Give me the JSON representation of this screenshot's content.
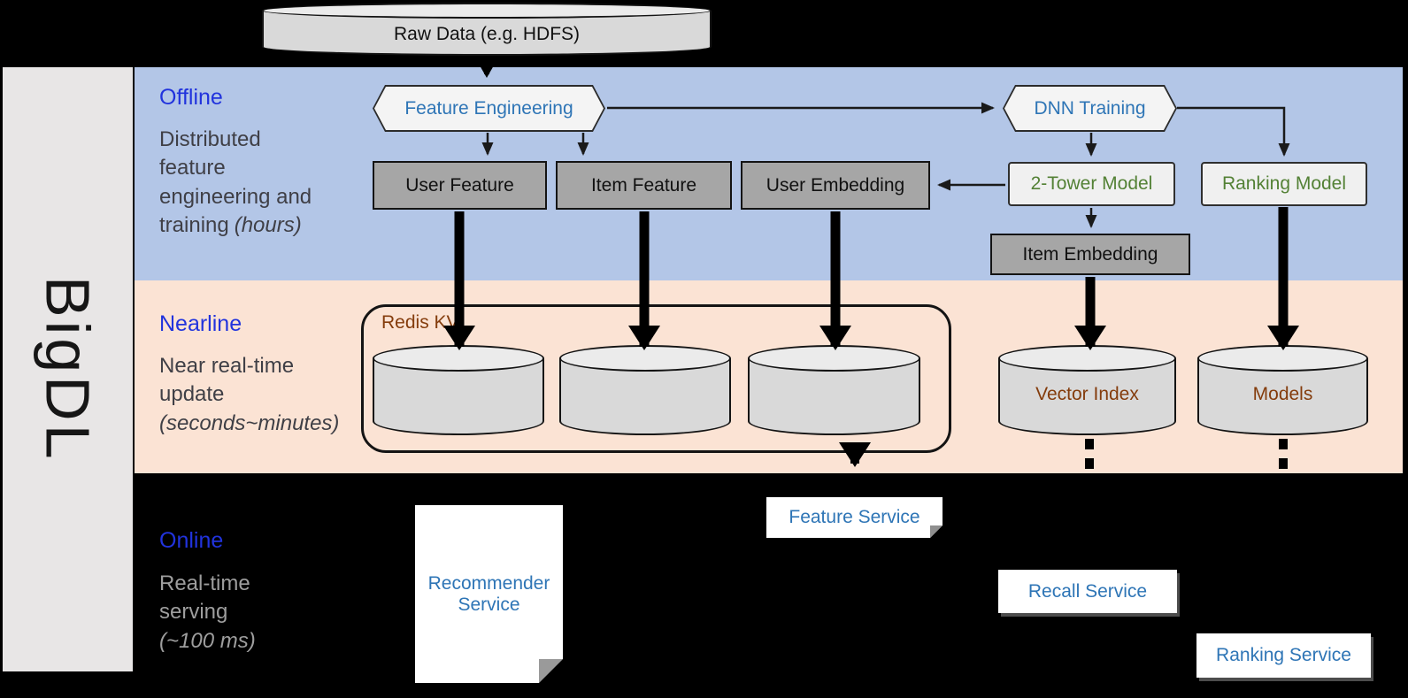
{
  "brand": {
    "name": "BigDL"
  },
  "pipeline": {
    "raw_data": "Raw Data (e.g. HDFS)"
  },
  "sections": {
    "offline": {
      "title": "Offline",
      "description": "Distributed feature engineering and training",
      "note": "(hours)"
    },
    "nearline": {
      "title": "Nearline",
      "description": "Near real-time update",
      "note": "(seconds~minutes)"
    },
    "online": {
      "title": "Online",
      "description": "Real-time serving",
      "note": "(~100 ms)"
    }
  },
  "offline_nodes": {
    "feature_engineering": "Feature Engineering",
    "dnn_training": "DNN Training",
    "user_feature": "User Feature",
    "item_feature": "Item Feature",
    "user_embedding": "User Embedding",
    "two_tower_model": "2-Tower Model",
    "ranking_model": "Ranking Model",
    "item_embedding": "Item Embedding"
  },
  "nearline_nodes": {
    "redis_kv": "Redis KV",
    "vector_index": "Vector Index",
    "models": "Models"
  },
  "online_nodes": {
    "feature_service": "Feature Service",
    "recommender_service": "Recommender Service",
    "recall_service": "Recall Service",
    "ranking_service": "Ranking Service"
  },
  "colors": {
    "offline_band": "#b3c6e7",
    "nearline_band": "#fbe3d4",
    "online_band": "#000000",
    "sidebar": "#e8e6e6",
    "section_title_blue": "#2133dd",
    "node_text_blue": "#2e75b6",
    "node_text_green": "#538135",
    "node_text_brown": "#843c0c",
    "dark_box_fill": "#a6a6a6",
    "light_box_fill": "#f0f0f0"
  }
}
